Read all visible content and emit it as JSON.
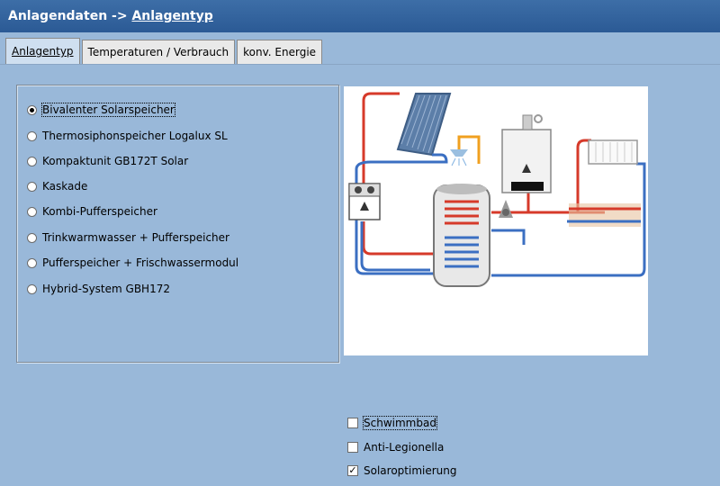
{
  "window": {
    "title_part1": "Anlagendaten",
    "title_arrow": "->",
    "title_part2": "Anlagentyp"
  },
  "tabs": [
    {
      "label": "Anlagentyp",
      "active": true
    },
    {
      "label": "Temperaturen / Verbrauch",
      "active": false
    },
    {
      "label": "konv. Energie",
      "active": false
    }
  ],
  "system_types": [
    {
      "label": "Bivalenter Solarspeicher",
      "selected": true
    },
    {
      "label": "Thermosiphonspeicher Logalux SL",
      "selected": false
    },
    {
      "label": "Kompaktunit GB172T Solar",
      "selected": false
    },
    {
      "label": "Kaskade",
      "selected": false
    },
    {
      "label": "Kombi-Pufferspeicher",
      "selected": false
    },
    {
      "label": "Trinkwarmwasser + Pufferspeicher",
      "selected": false
    },
    {
      "label": "Pufferspeicher + Frischwassermodul",
      "selected": false
    },
    {
      "label": "Hybrid-System GBH172",
      "selected": false
    }
  ],
  "options": [
    {
      "label": "Schwimmbad",
      "checked": false
    },
    {
      "label": "Anti-Legionella",
      "checked": false
    },
    {
      "label": "Solaroptimierung",
      "checked": true
    }
  ],
  "diagram": {
    "icon": "solar-heating-system-diagram"
  },
  "colors": {
    "title_bar": "#2b5a95",
    "background": "#99b8d9",
    "hot_pipe": "#d63a2a",
    "cold_pipe": "#3b6fc2"
  }
}
